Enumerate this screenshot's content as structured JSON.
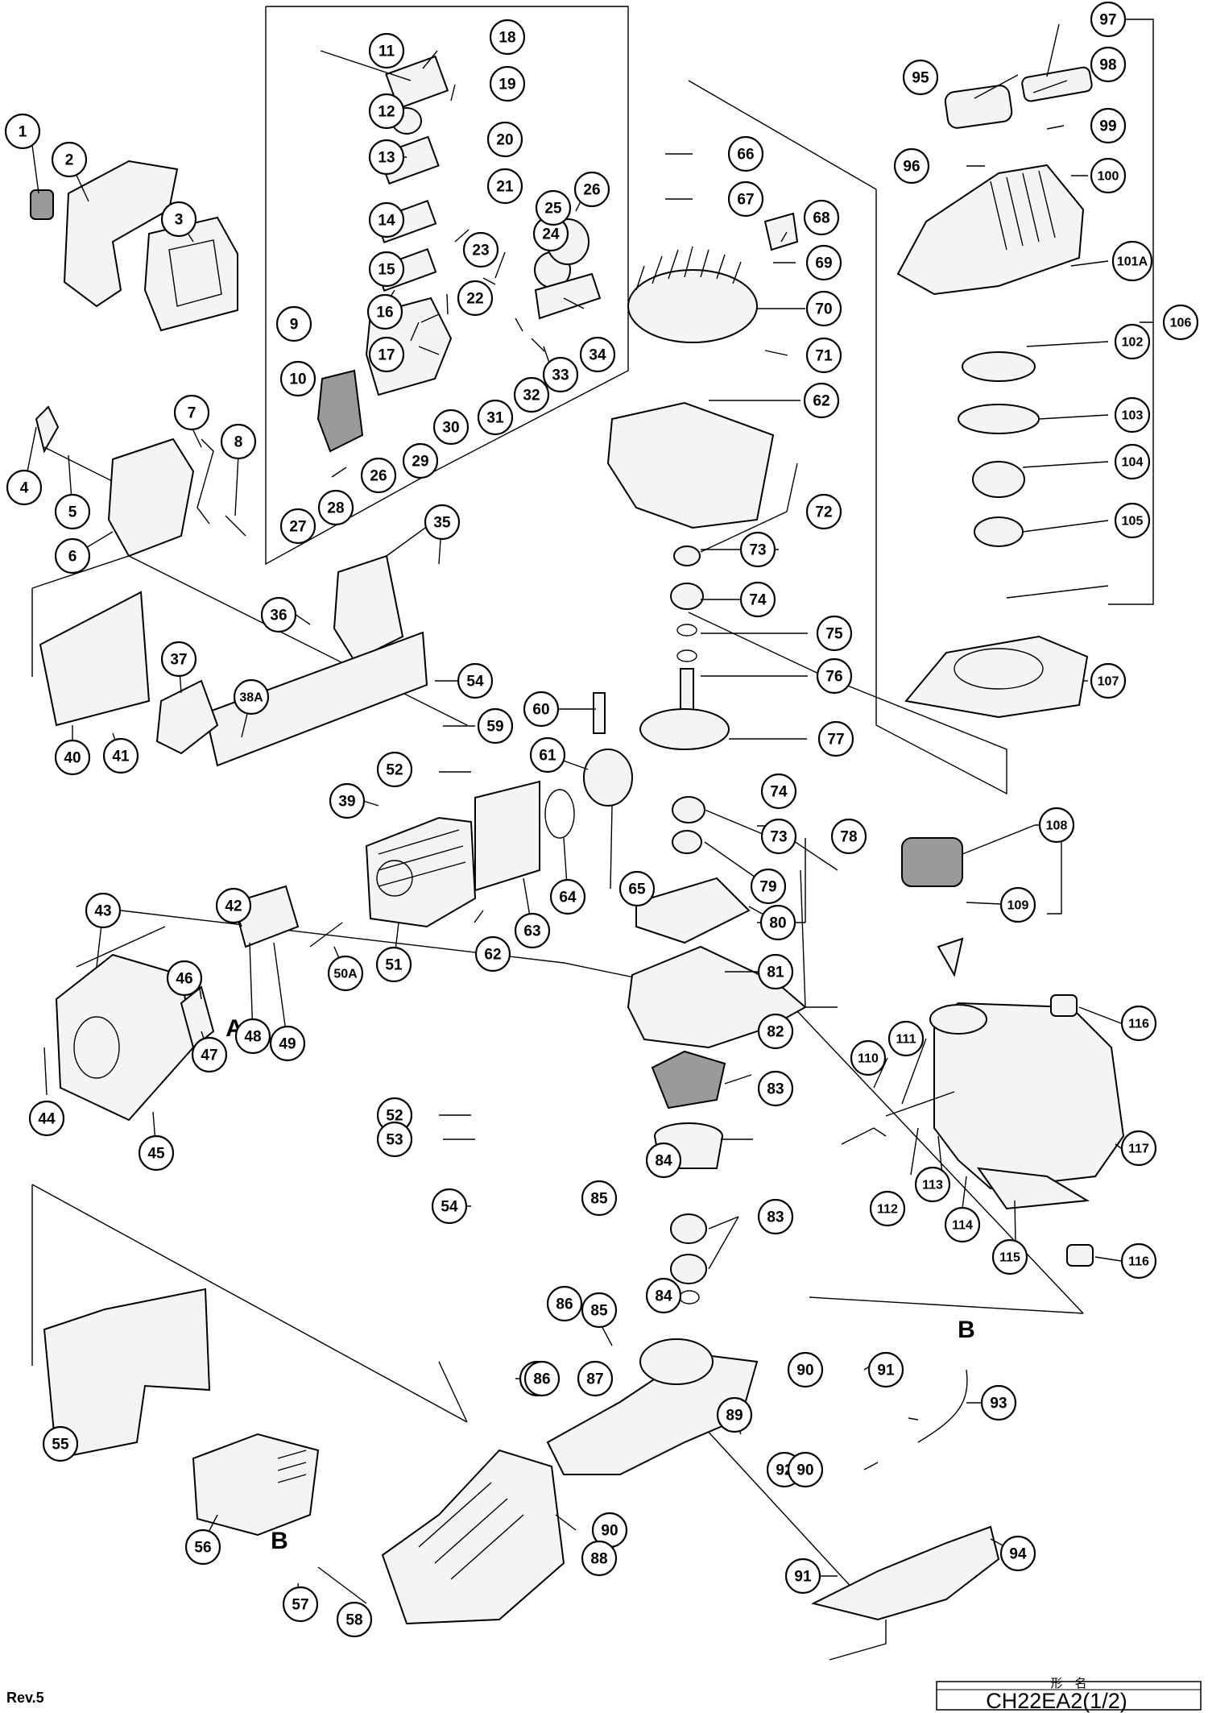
{
  "revision": "Rev.5",
  "title_block": {
    "header": "形　名",
    "model": "CH22EA2(1/2)"
  },
  "reference_marks": [
    "A",
    "B"
  ],
  "callouts": [
    "1",
    "2",
    "3",
    "4",
    "5",
    "6",
    "7",
    "8",
    "9",
    "10",
    "11",
    "12",
    "13",
    "14",
    "15",
    "16",
    "17",
    "18",
    "19",
    "20",
    "21",
    "22",
    "23",
    "24",
    "25",
    "26",
    "27",
    "28",
    "29",
    "30",
    "31",
    "32",
    "33",
    "34",
    "35",
    "36",
    "37",
    "38A",
    "39",
    "40",
    "41",
    "42",
    "43",
    "44",
    "45",
    "46",
    "47",
    "48",
    "49",
    "50A",
    "51",
    "52",
    "53",
    "54",
    "55",
    "56",
    "57",
    "58",
    "59",
    "60",
    "61",
    "62",
    "63",
    "64",
    "65",
    "66",
    "67",
    "68",
    "69",
    "70",
    "71",
    "72",
    "73",
    "74",
    "75",
    "76",
    "77",
    "78",
    "79",
    "80",
    "81",
    "82",
    "83",
    "84",
    "85",
    "86",
    "87",
    "88",
    "89",
    "90",
    "91",
    "92",
    "93",
    "94",
    "95",
    "96",
    "97",
    "98",
    "99",
    "100",
    "101A",
    "102",
    "103",
    "104",
    "105",
    "106",
    "107",
    "108",
    "109",
    "110",
    "111",
    "112",
    "113",
    "114",
    "115",
    "116",
    "117"
  ]
}
